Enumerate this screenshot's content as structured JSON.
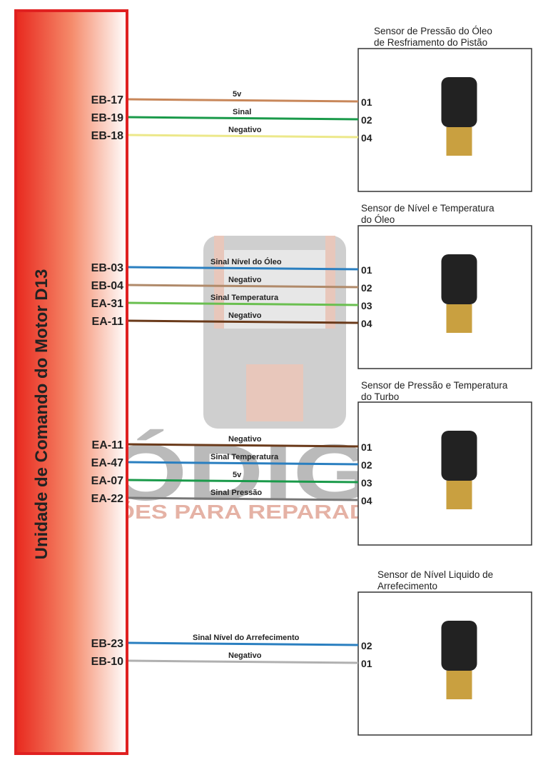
{
  "ecu": {
    "title": "Unidade de Comando do Motor D13",
    "border_color": "#e02020"
  },
  "watermark": {
    "brand": "CÓDIGOX",
    "tagline": "SOLUÇÕES PARA REPARADORES"
  },
  "sensors": [
    {
      "title_1": "Sensor de Pressão do Óleo",
      "title_2": "de Resfriamento do Pistão",
      "wires": [
        {
          "ecu_pin": "EB-17",
          "label": "5v",
          "sensor_pin": "01",
          "color": "#c8875a"
        },
        {
          "ecu_pin": "EB-19",
          "label": "Sinal",
          "sensor_pin": "02",
          "color": "#1a9a4a"
        },
        {
          "ecu_pin": "EB-18",
          "label": "Negativo",
          "sensor_pin": "04",
          "color": "#ece88a"
        }
      ]
    },
    {
      "title_1": "Sensor de Nível e Temperatura",
      "title_2": "do Óleo",
      "wires": [
        {
          "ecu_pin": "EB-03",
          "label": "Sinal Nível do Óleo",
          "sensor_pin": "01",
          "color": "#2a7fc0"
        },
        {
          "ecu_pin": "EB-04",
          "label": "Negativo",
          "sensor_pin": "02",
          "color": "#b08a6a"
        },
        {
          "ecu_pin": "EA-31",
          "label": "Sinal Temperatura",
          "sensor_pin": "03",
          "color": "#6abf50"
        },
        {
          "ecu_pin": "EA-11",
          "label": "Negativo",
          "sensor_pin": "04",
          "color": "#6a3a1a"
        }
      ]
    },
    {
      "title_1": "Sensor de Pressão e Temperatura",
      "title_2": "do Turbo",
      "wires": [
        {
          "ecu_pin": "EA-11",
          "label": "Negativo",
          "sensor_pin": "01",
          "color": "#6a3a1a"
        },
        {
          "ecu_pin": "EA-47",
          "label": "Sinal Temperatura",
          "sensor_pin": "02",
          "color": "#2a7fc0"
        },
        {
          "ecu_pin": "EA-07",
          "label": "5v",
          "sensor_pin": "03",
          "color": "#1a9a4a"
        },
        {
          "ecu_pin": "EA-22",
          "label": "Sinal Pressão",
          "sensor_pin": "04",
          "color": "#777777"
        }
      ]
    },
    {
      "title_1": "Sensor de Nível Liquido de",
      "title_2": "Arrefecimento",
      "wires": [
        {
          "ecu_pin": "EB-23",
          "label": "Sinal Nível do Arrefecimento",
          "sensor_pin": "02",
          "color": "#2a7fc0"
        },
        {
          "ecu_pin": "EB-10",
          "label": "Negativo",
          "sensor_pin": "01",
          "color": "#b0b0b0"
        }
      ]
    }
  ]
}
